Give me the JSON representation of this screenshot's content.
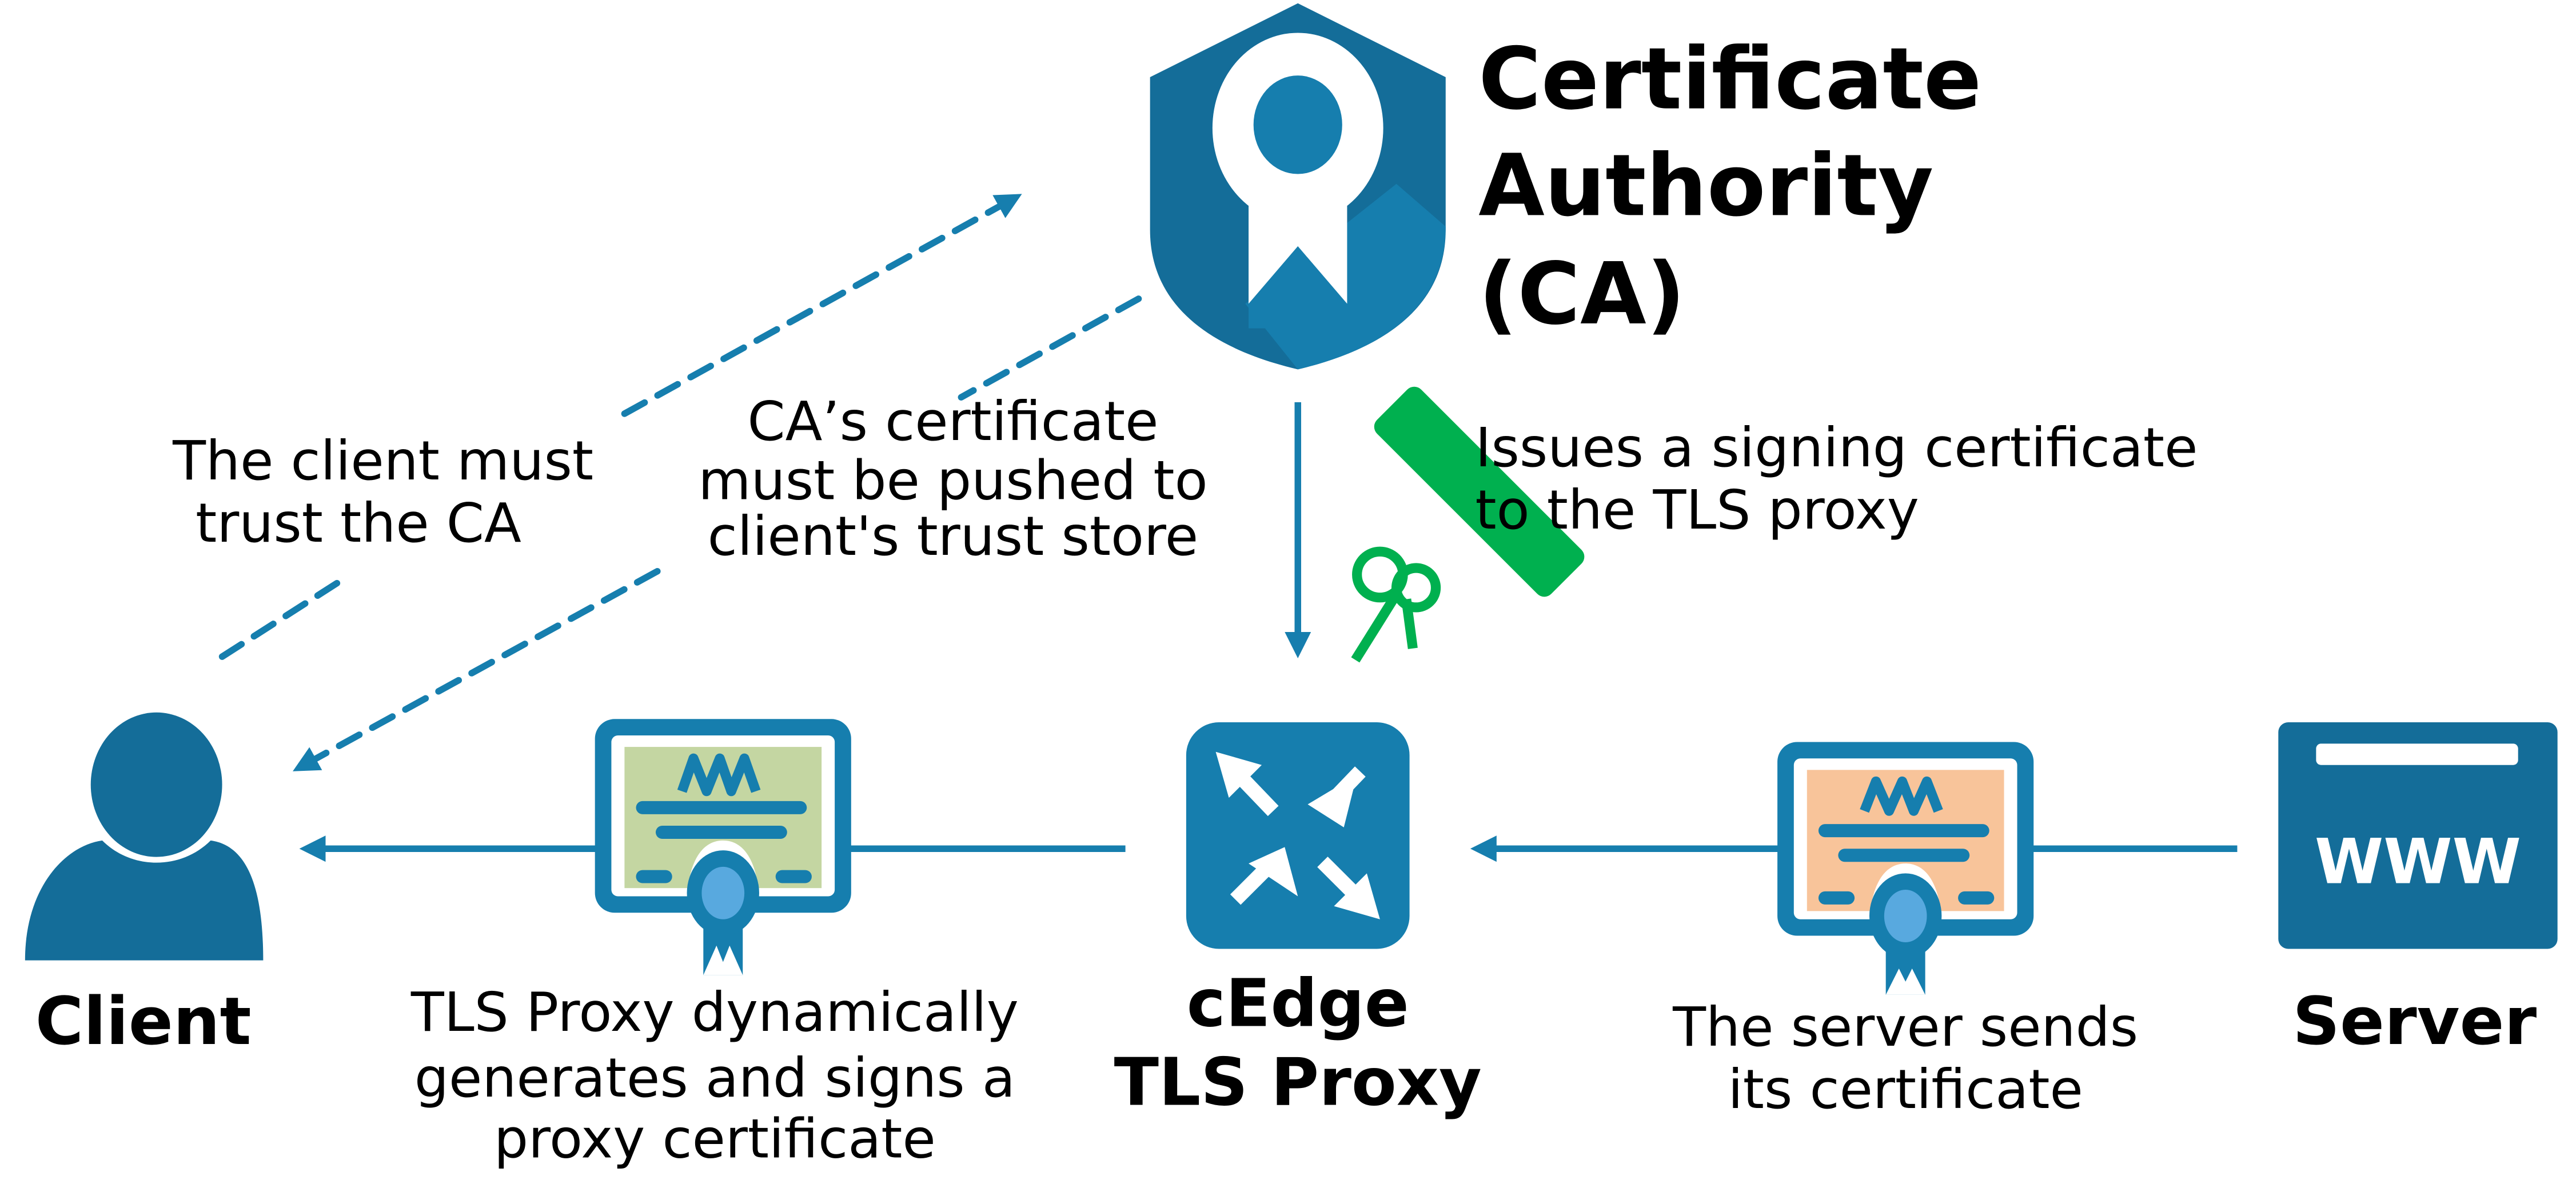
{
  "ca": {
    "title_lines": [
      "Certificate",
      "Authority",
      "(CA)"
    ]
  },
  "labels": {
    "client_trust": [
      "The client must",
      "trust the CA"
    ],
    "ca_push": [
      "CA’s certificate",
      "must be pushed to",
      "client's trust store"
    ],
    "issues": [
      "Issues a signing certificate",
      "to the TLS proxy"
    ],
    "proxy_generates": [
      "TLS Proxy dynamically",
      "generates and signs a",
      "proxy certificate"
    ],
    "server_sends": [
      "The server sends",
      "its certificate"
    ]
  },
  "nodes": {
    "client": "Client",
    "proxy": [
      "cEdge",
      "TLS Proxy"
    ],
    "server": "Server",
    "server_icon_text": "WWW"
  },
  "colors": {
    "primary": "#167eae",
    "dark": "#146d99",
    "green": "#00b04f",
    "proxy_cert_bg": "#c4d6a2",
    "server_cert_bg": "#f8c49a",
    "seal": "#58a9df"
  }
}
